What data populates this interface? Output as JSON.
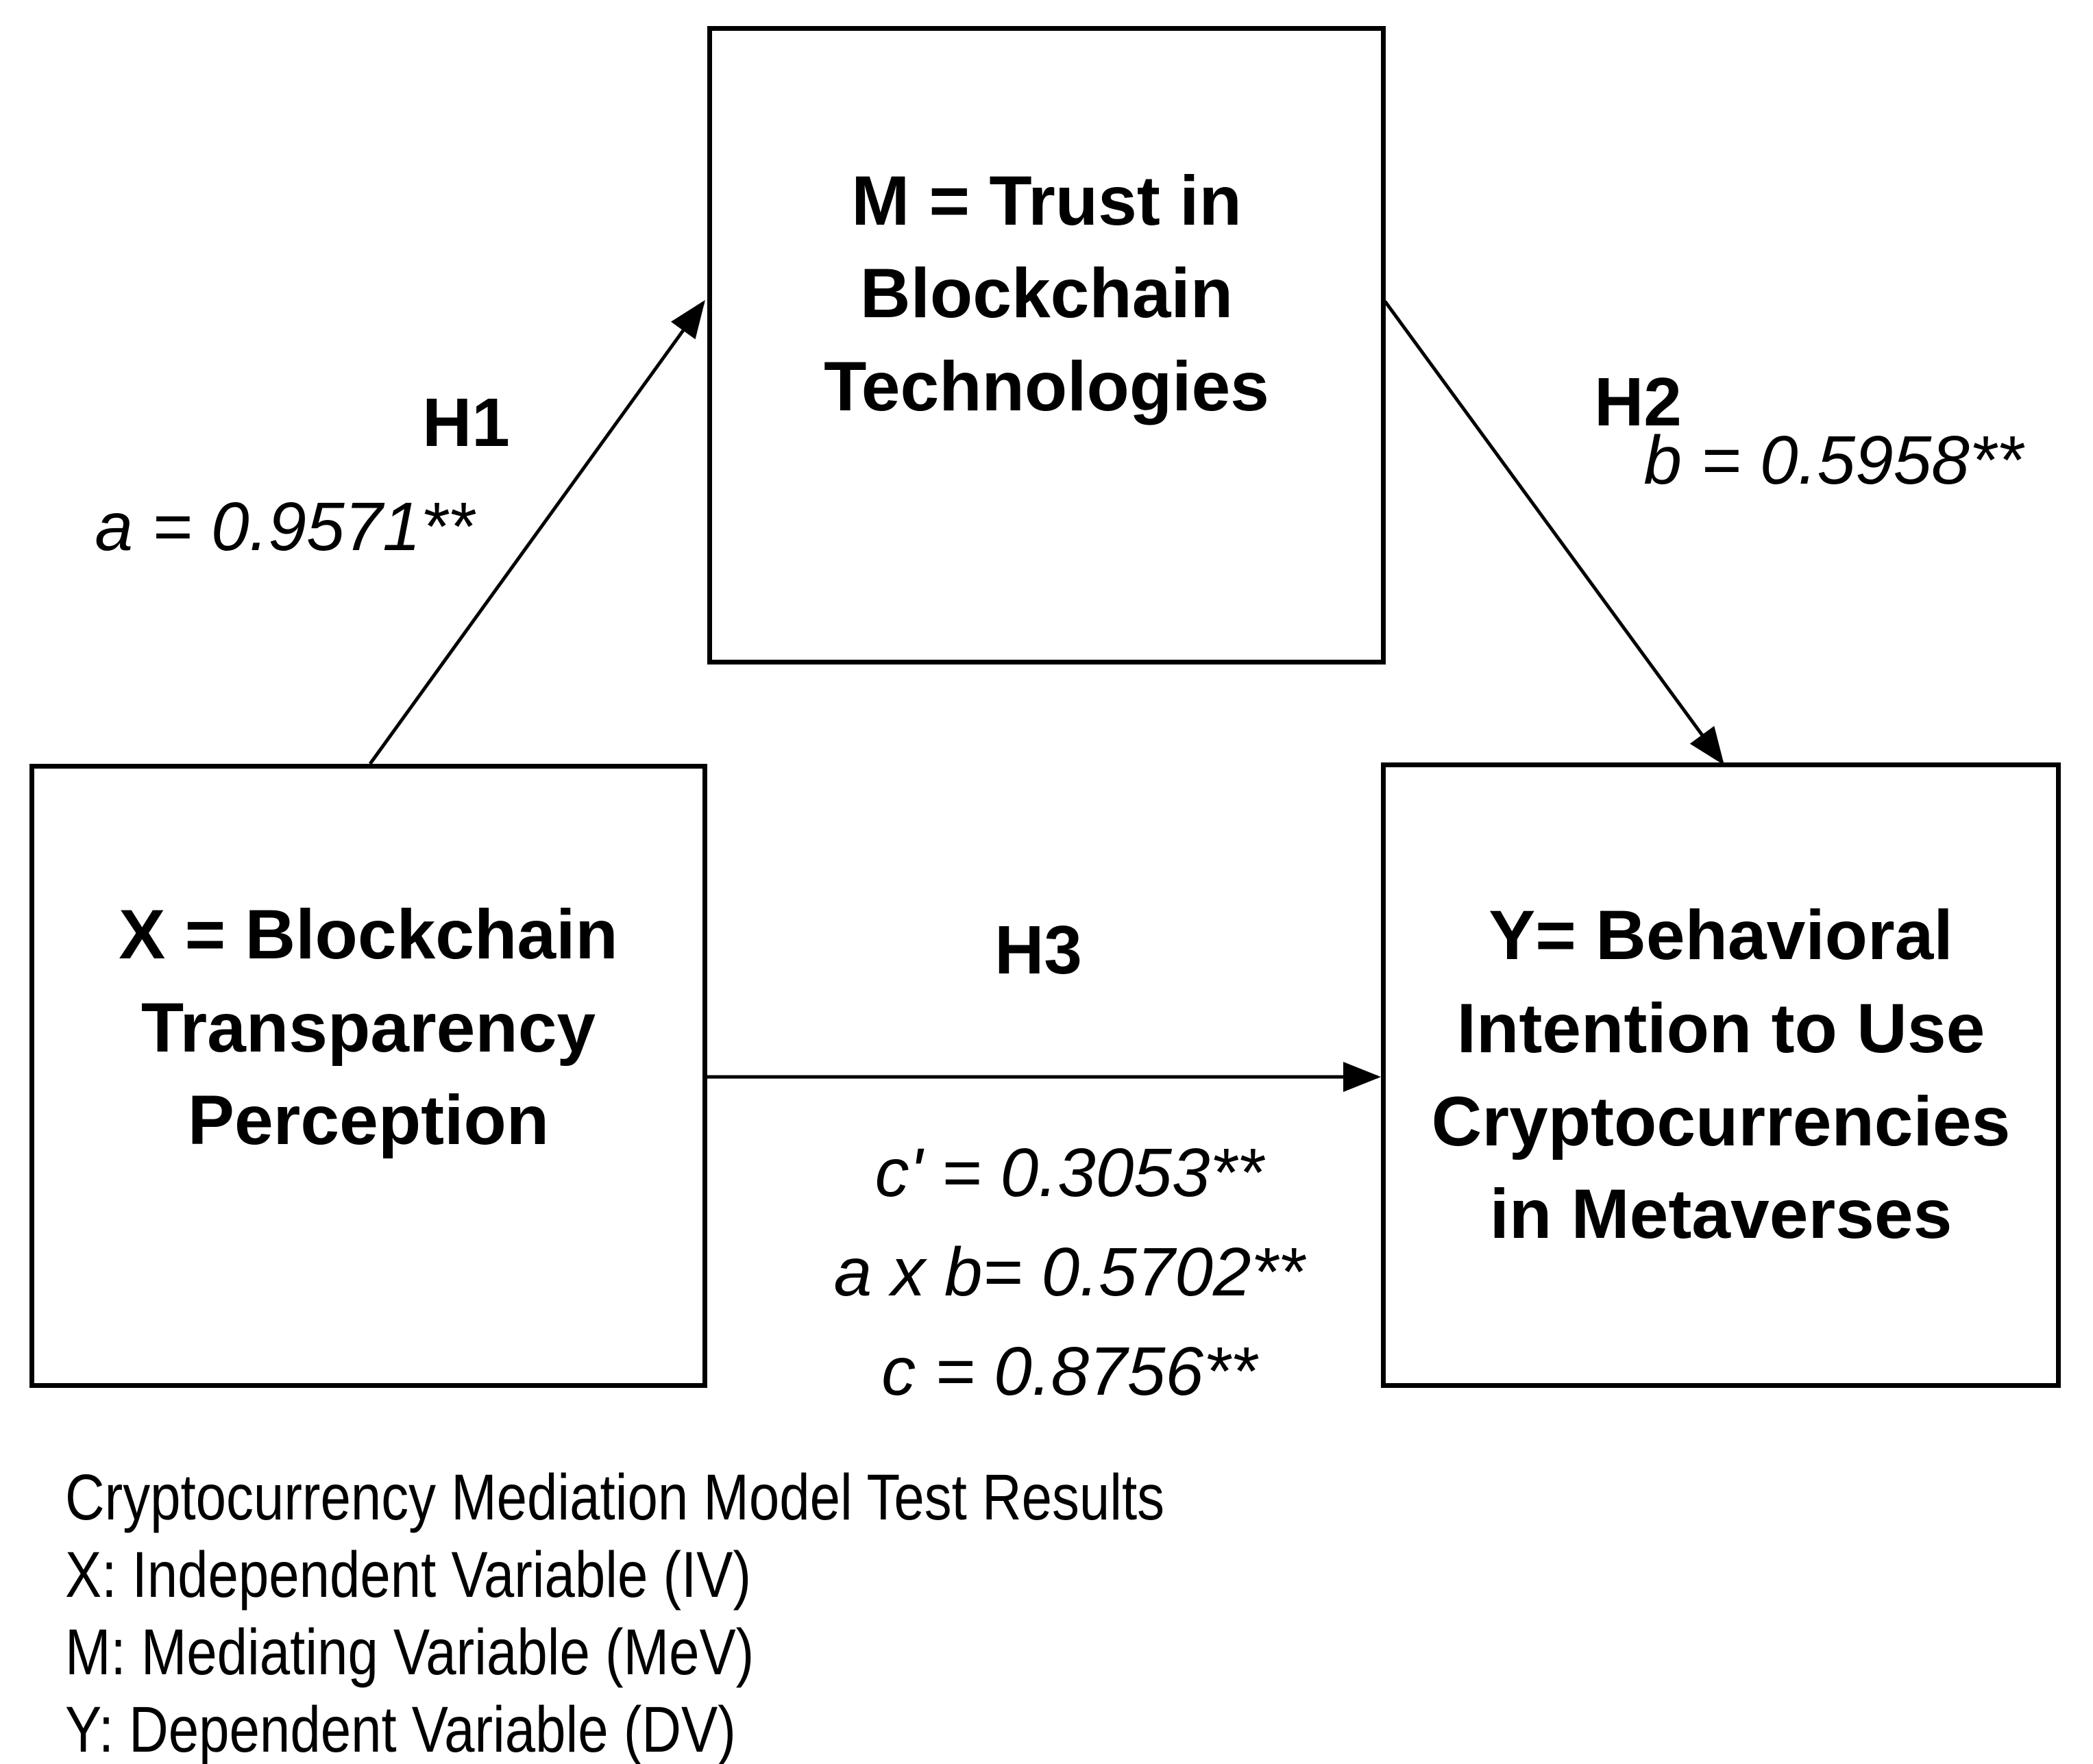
{
  "boxes": {
    "m": {
      "role": "mediating-variable",
      "lines": [
        "M = Trust in",
        "Blockchain",
        "Technologies"
      ]
    },
    "x": {
      "role": "independent-variable",
      "lines": [
        "X = Blockchain",
        "Transparency",
        "Perception"
      ]
    },
    "y": {
      "role": "dependent-variable",
      "lines": [
        "Y= Behavioral",
        "Intention to Use",
        "Cryptocurrencies",
        "in Metaverses"
      ]
    }
  },
  "paths": {
    "h1": {
      "label": "H1",
      "coefficient": "a = 0.9571**"
    },
    "h2": {
      "label": "H2",
      "coefficient": "b = 0.5958**"
    },
    "h3": {
      "label": "H3",
      "direct_effect": "c' = 0.3053**",
      "indirect_effect": "a x b= 0.5702**",
      "total_effect": "c = 0.8756**"
    }
  },
  "caption": {
    "title": "Cryptocurrency Mediation Model Test Results",
    "legend": [
      "X: Independent Variable (IV)",
      "M: Mediating Variable (MeV)",
      "Y: Dependent Variable (DV)"
    ]
  },
  "colors": {
    "line": "#000000",
    "text": "#000000",
    "background": "#ffffff"
  }
}
